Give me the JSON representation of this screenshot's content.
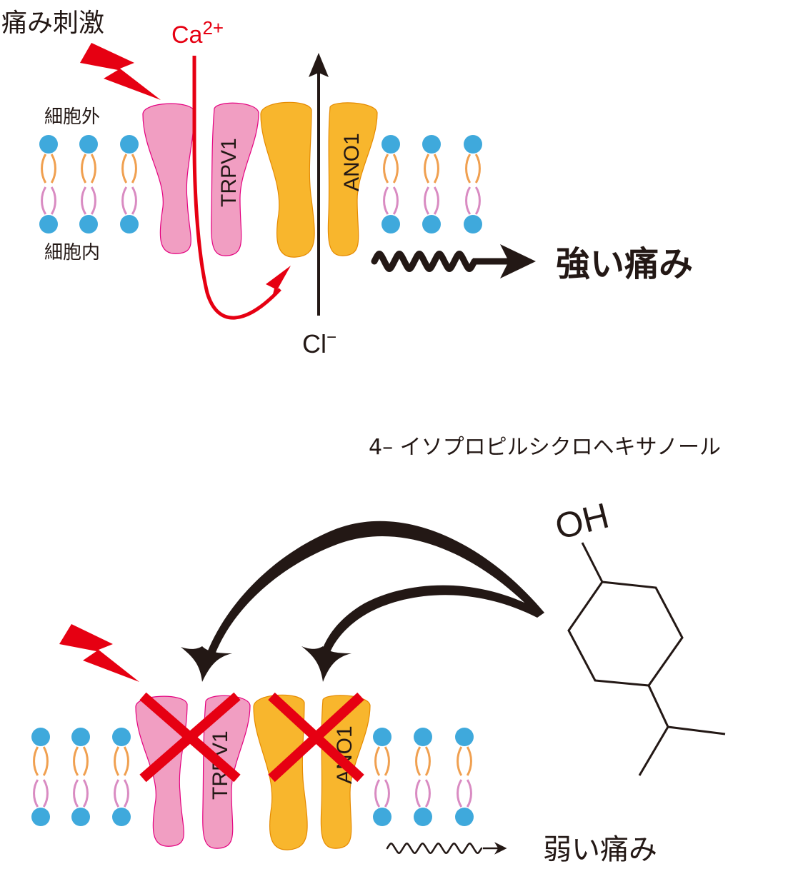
{
  "top": {
    "stimulus_label": "痛み刺激",
    "ion_ca": "Ca",
    "ion_ca_charge": "2+",
    "extracellular_label": "細胞外",
    "intracellular_label": "細胞内",
    "channel1_label": "TRPV1",
    "channel2_label": "ANO1",
    "ion_cl": "Cl",
    "ion_cl_charge": "−",
    "result_label": "強い痛み"
  },
  "bottom": {
    "compound_name": "4– イソプロピルシクロヘキサノール",
    "hydroxyl_label": "OH",
    "channel1_label": "TRPV1",
    "channel2_label": "ANO1",
    "result_label": "弱い痛み"
  },
  "colors": {
    "trpv1": "#f19ec2",
    "trpv1_stroke": "#e4007f",
    "ano1": "#f8b62d",
    "ano1_stroke": "#e58a00",
    "calcium": "#e60012",
    "block_x": "#e60012",
    "lipid_head": "#3fa9dc",
    "lipid_tail_outer": "#f0a050",
    "lipid_tail_inner": "#d98bc2",
    "arrow": "#231815"
  },
  "icons": {
    "stimulus": "lightning-bolt-icon",
    "block": "x-mark-icon"
  }
}
